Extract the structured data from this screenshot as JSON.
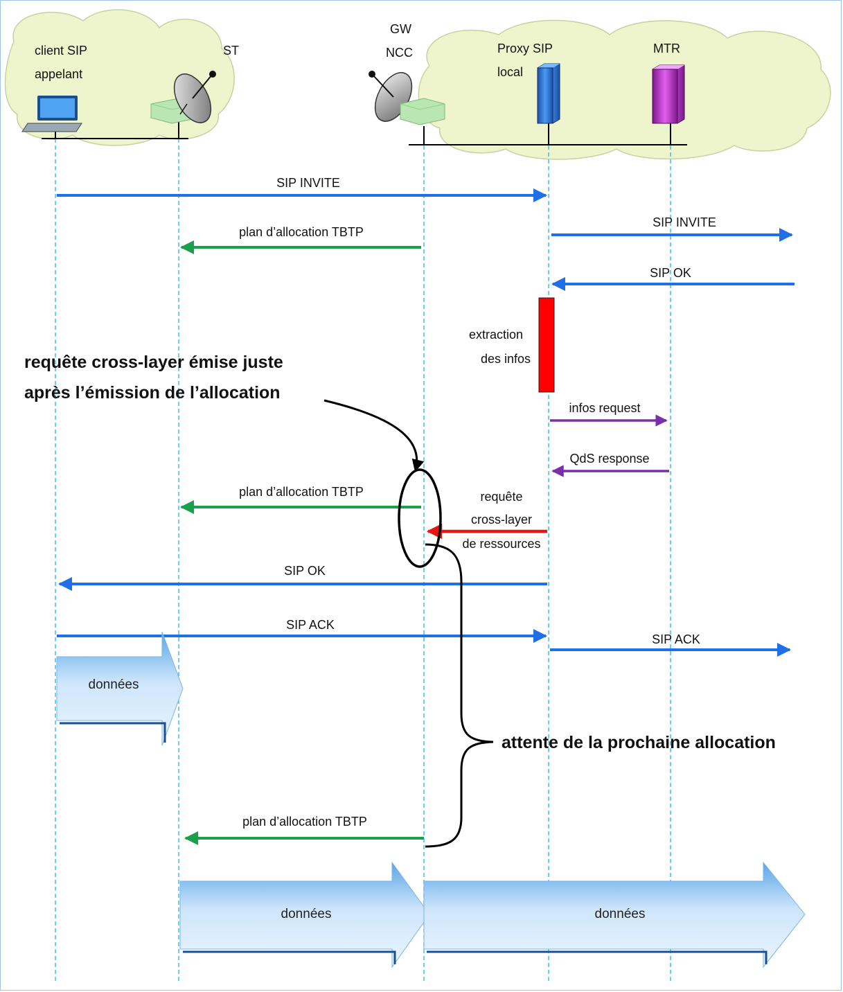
{
  "actors": {
    "client": "client SIP",
    "client_line2": "appelant",
    "st": "ST",
    "gw_line1": "GW",
    "gw_line2": "NCC",
    "proxy_line1": "Proxy SIP",
    "proxy_line2": "local",
    "mtr": "MTR"
  },
  "messages": {
    "sip_invite_1": "SIP INVITE",
    "tbtp_1": "plan d’allocation TBTP",
    "sip_invite_2": "SIP INVITE",
    "sip_ok_1": "SIP OK",
    "extraction_line1": "extraction",
    "extraction_line2": "des infos",
    "infos_request": "infos request",
    "qds_response": "QdS response",
    "tbtp_2": "plan d’allocation TBTP",
    "req_line1": "requête",
    "req_line2": "cross-layer",
    "req_line3": "de ressources",
    "sip_ok_2": "SIP OK",
    "sip_ack_1": "SIP ACK",
    "sip_ack_2": "SIP ACK",
    "tbtp_3": "plan d’allocation TBTP"
  },
  "annotations": {
    "crosslayer_line1": "requête cross-layer émise juste",
    "crosslayer_line2": "après l’émission de l’allocation",
    "waiting": "attente de la prochaine allocation"
  },
  "data_blocks": {
    "d1": "données",
    "d2": "données",
    "d3": "données"
  },
  "colors": {
    "sip": "#1f6fe8",
    "allocation": "#1aa04a",
    "qos": "#7a2fa8",
    "crosslayer": "#e81515",
    "lifeline": "#3fc2e6",
    "cloud": "#eef5cc"
  }
}
